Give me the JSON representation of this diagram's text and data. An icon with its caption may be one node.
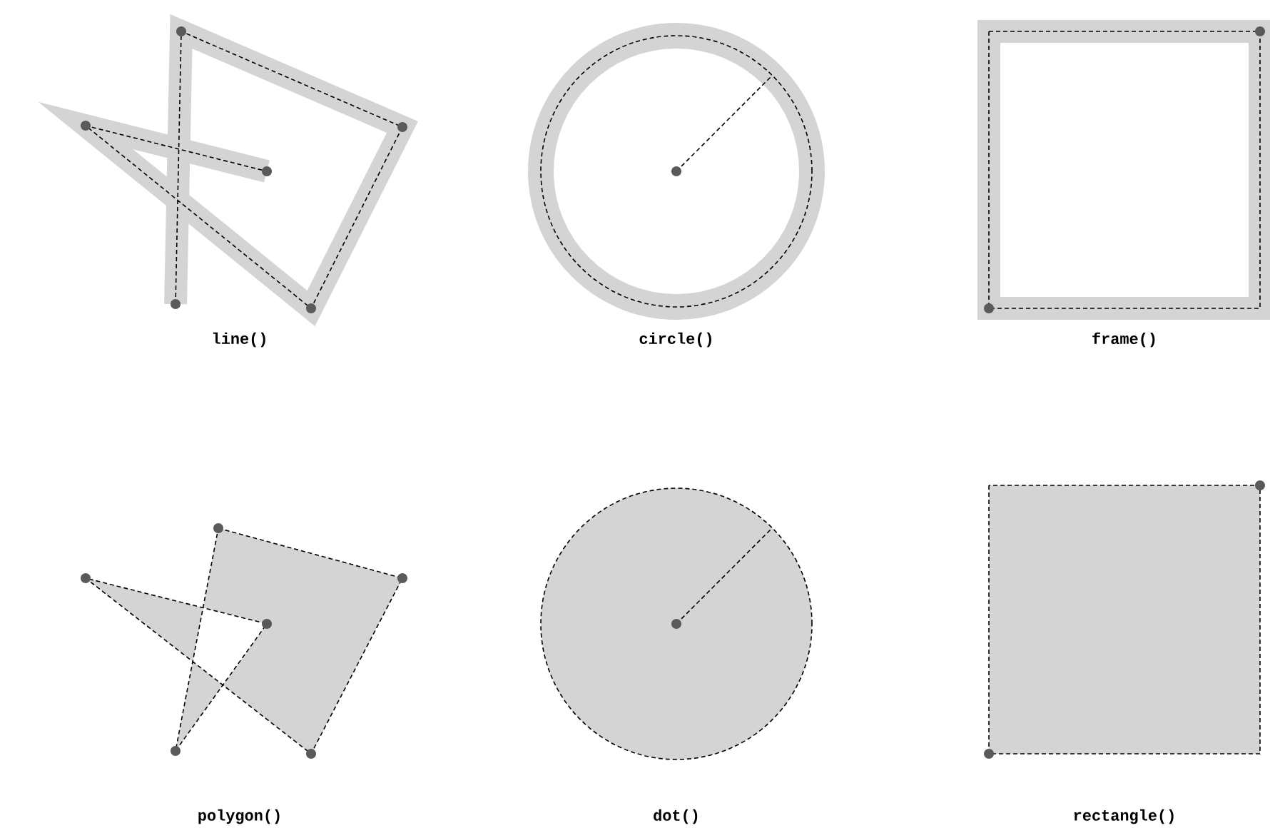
{
  "diagram": {
    "labels": [
      "line()",
      "circle()",
      "frame()",
      "polygon()",
      "dot()",
      "rectangle()"
    ]
  }
}
